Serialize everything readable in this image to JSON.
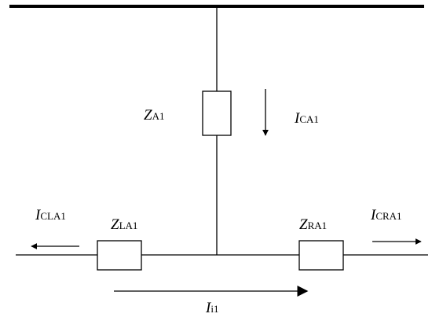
{
  "labels": {
    "z_a1": {
      "main": "Z",
      "sub": "A1"
    },
    "i_ca1": {
      "main": "I",
      "sub": "CA1"
    },
    "i_cla1": {
      "main": "I",
      "sub": "CLA1"
    },
    "z_la1": {
      "main": "Z",
      "sub": "LA1"
    },
    "z_ra1": {
      "main": "Z",
      "sub": "RA1"
    },
    "i_cra1": {
      "main": "I",
      "sub": "CRA1"
    },
    "i_i1": {
      "main": "I",
      "sub": "i1"
    }
  },
  "colors": {
    "stroke": "#000000",
    "background": "#ffffff"
  }
}
